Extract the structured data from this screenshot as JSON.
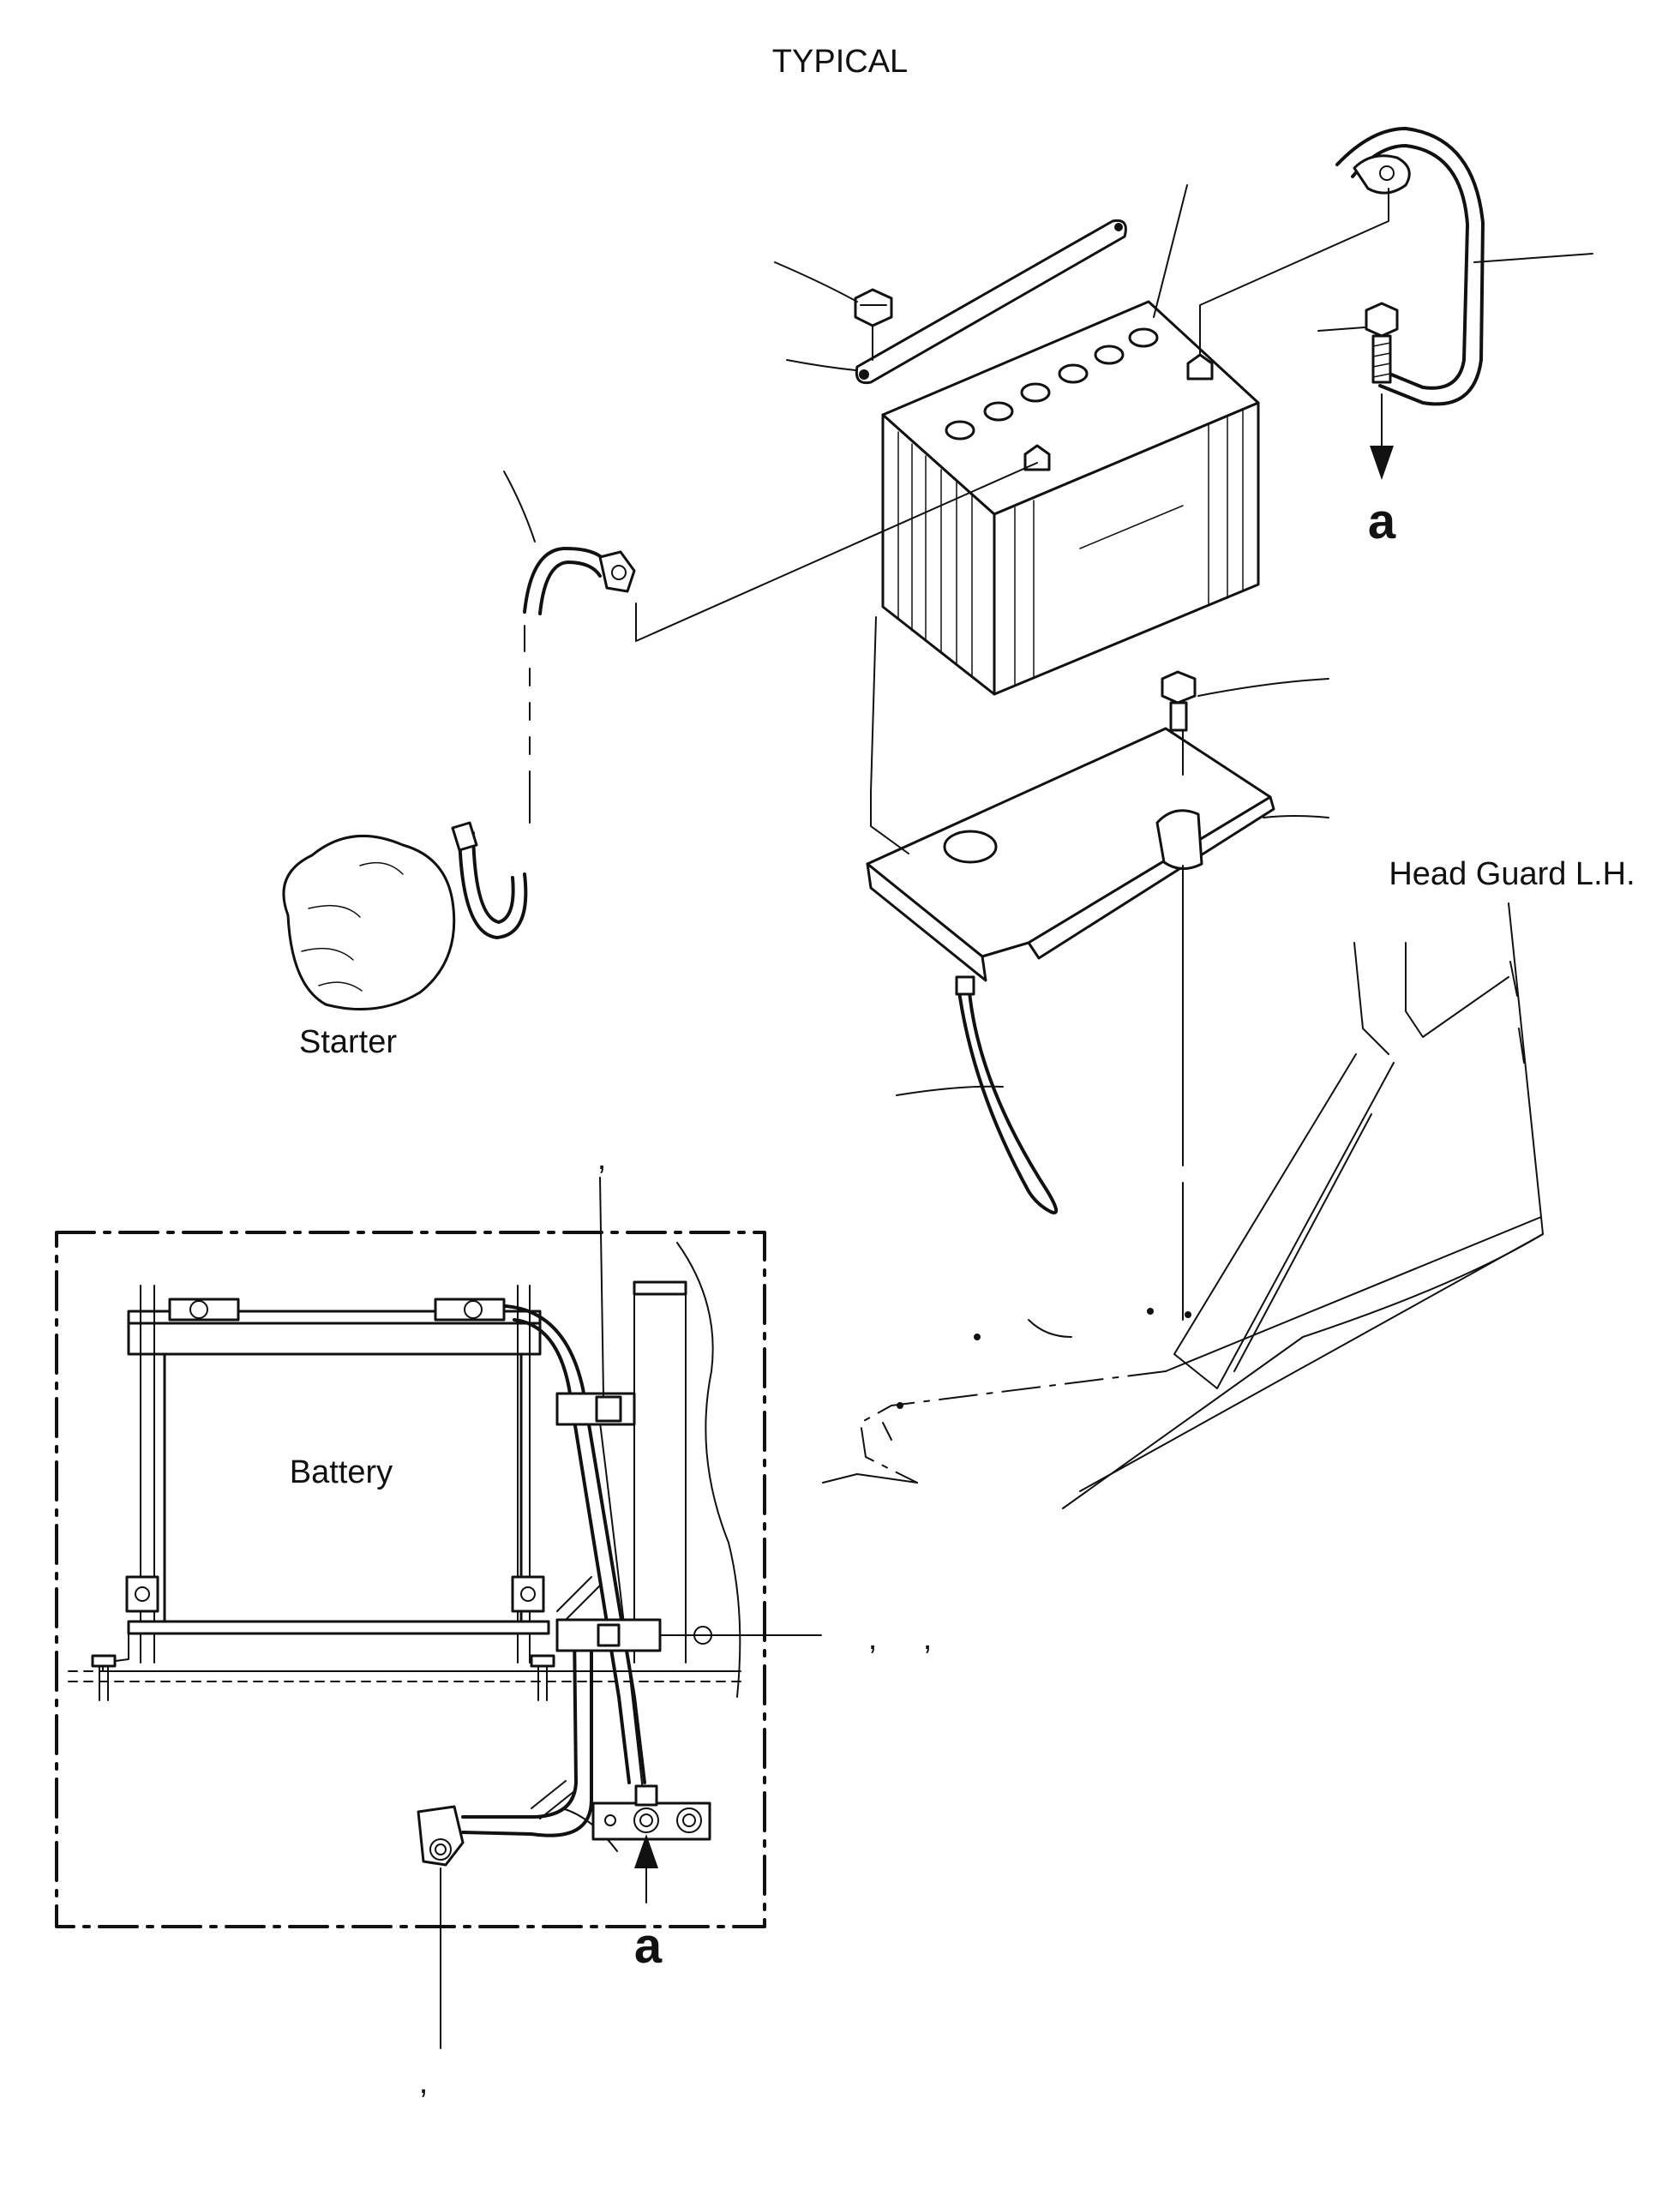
{
  "diagram": {
    "header": "TYPICAL",
    "labels": {
      "starter": "Starter",
      "head_guard": "Head Guard L.H.",
      "battery": "Battery",
      "arrow_top": "a",
      "arrow_bottom": "a"
    },
    "marks": {
      "mark_1": ",",
      "mark_2": ",",
      "mark_3": ",",
      "mark_4": ","
    }
  }
}
